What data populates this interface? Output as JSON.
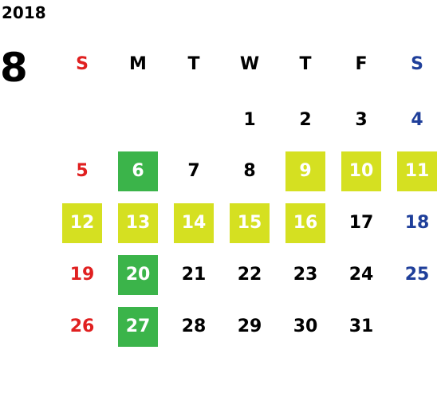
{
  "calendar": {
    "year": "2018",
    "month": "8",
    "weekdays": [
      "S",
      "M",
      "T",
      "W",
      "T",
      "F",
      "S"
    ],
    "weeks": [
      [
        "",
        "",
        "",
        "1",
        "2",
        "3",
        "4"
      ],
      [
        "5",
        "6",
        "7",
        "8",
        "9",
        "10",
        "11"
      ],
      [
        "12",
        "13",
        "14",
        "15",
        "16",
        "17",
        "18"
      ],
      [
        "19",
        "20",
        "21",
        "22",
        "23",
        "24",
        "25"
      ],
      [
        "26",
        "27",
        "28",
        "29",
        "30",
        "31",
        ""
      ]
    ],
    "highlighted_green": [
      "6",
      "20",
      "27"
    ],
    "highlighted_yellow": [
      "9",
      "10",
      "11",
      "12",
      "13",
      "14",
      "15",
      "16"
    ],
    "colors": {
      "sunday": "#e02020",
      "saturday": "#1f3f9a",
      "weekday": "#000000",
      "highlight_green": "#3bb44a",
      "highlight_yellow": "#d5e021",
      "highlight_text": "#ffffff"
    }
  }
}
